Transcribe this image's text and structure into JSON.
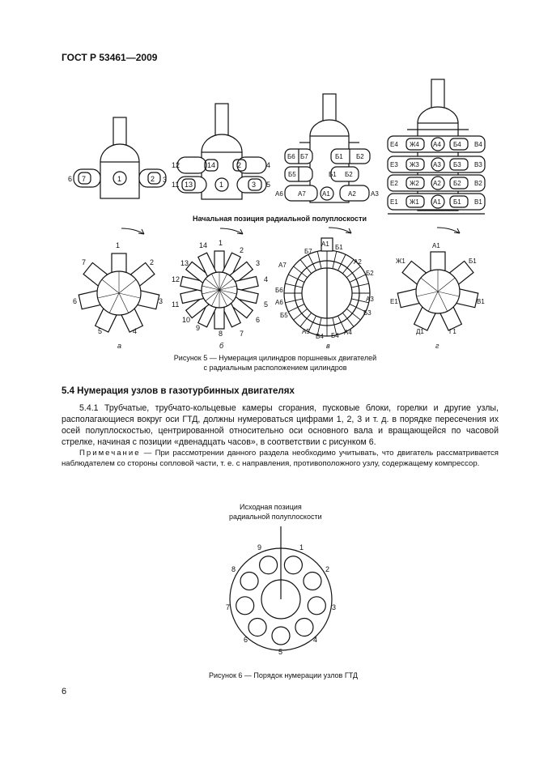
{
  "header": {
    "doc_code": "ГОСТ Р 53461—2009"
  },
  "figure5": {
    "banner": "Начальная позиция радиальной полуплоскости",
    "caption_line1": "Рисунок  5 — Нумерация цилиндров поршневых двигателей",
    "caption_line2": "с радиальным расположением цилиндров",
    "sublabels": [
      "а",
      "б",
      "в",
      "г"
    ],
    "a_side": [
      "6",
      "7",
      "1",
      "2",
      "3"
    ],
    "a_star": [
      "1",
      "2",
      "3",
      "4",
      "5",
      "6",
      "7"
    ],
    "b_side": [
      "12",
      "14",
      "2",
      "4",
      "11",
      "13",
      "1",
      "3",
      "5"
    ],
    "b_star": [
      "14",
      "1",
      "2",
      "3",
      "4",
      "5",
      "6",
      "7",
      "8",
      "9",
      "10",
      "11",
      "12",
      "13"
    ],
    "c_side": [
      "Б6",
      "Б7",
      "Б1",
      "Б2",
      "Б5",
      "Б1",
      "Б2",
      "А6",
      "А7",
      "А1",
      "А2",
      "А3"
    ],
    "c_star": [
      "А1",
      "Б1",
      "А2",
      "Б2",
      "А3",
      "Б3",
      "А4",
      "Б4",
      "В4",
      "А5",
      "Б5",
      "А6",
      "Б6",
      "А7",
      "Б7"
    ],
    "d_side": [
      "Е4",
      "Ж4",
      "А4",
      "Б4",
      "В4",
      "Е3",
      "Ж3",
      "А3",
      "Б3",
      "В3",
      "Е2",
      "Ж2",
      "А2",
      "Б2",
      "В2",
      "Е1",
      "Ж1",
      "А1",
      "Б1",
      "В1"
    ],
    "d_star": [
      "А1",
      "Б1",
      "В1",
      "Г1",
      "Д1",
      "Е1",
      "Ж1"
    ]
  },
  "section": {
    "title": "5.4  Нумерация узлов в газотурбинных двигателях",
    "paragraph": "5.4.1  Трубчатые, трубчато-кольцевые камеры сгорания, пусковые блоки, горелки и другие узлы, располагающиеся вокруг оси ГТД, должны нумероваться цифрами 1, 2, 3 и т. д. в порядке пересечения их осей полуплоскостью, центрированной относительно оси основного вала и вращающейся по часовой стрелке, начиная с позиции «двенадцать часов», в соответствии с рисунком 6.",
    "note_label": "Примечание",
    "note_text": " — При рассмотрении данного раздела необходимо учитывать, что двигатель рассматривается наблюдателем со стороны сопловой части, т. е. с направления, противоположного узлу, содержащему компрессор."
  },
  "figure6": {
    "title_line1": "Исходная позиция",
    "title_line2": "радиальной полуплоскости",
    "numbers": [
      "1",
      "2",
      "3",
      "4",
      "5",
      "6",
      "7",
      "8",
      "9"
    ],
    "caption": "Рисунок 6 — Порядок нумерации узлов ГТД"
  },
  "footer": {
    "page_number": "6"
  }
}
